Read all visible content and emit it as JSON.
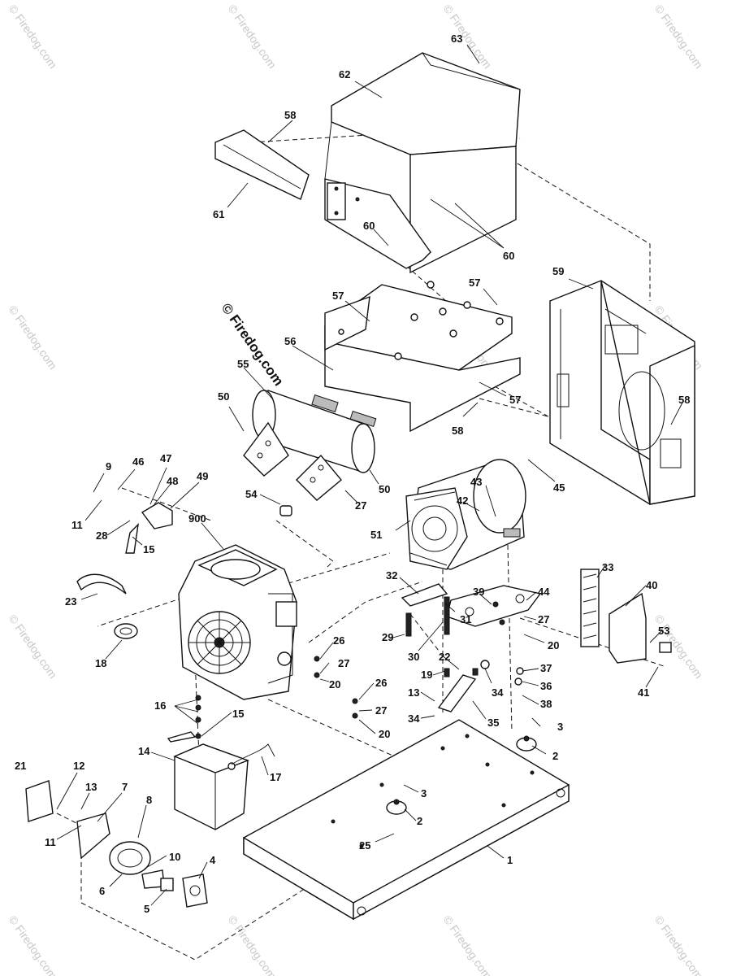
{
  "watermark": {
    "text": "© Firedog.com",
    "brand_lines": [
      "© Firedog.com"
    ]
  },
  "labels": {
    "p63": "63",
    "p62": "62",
    "p58a": "58",
    "p61": "61",
    "p60a": "60",
    "p60b": "60",
    "p57a": "57",
    "p57b": "57",
    "p57c": "57",
    "p59": "59",
    "p56": "56",
    "p55": "55",
    "p50a": "50",
    "p50b": "50",
    "p58b": "58",
    "p58c": "58",
    "p9": "9",
    "p46": "46",
    "p47": "47",
    "p48": "48",
    "p49": "49",
    "p11a": "11",
    "p28": "28",
    "p15a": "15",
    "p900": "900",
    "p54": "54",
    "p27a": "27",
    "p51": "51",
    "p42": "42",
    "p43": "43",
    "p45": "45",
    "p23": "23",
    "p18": "18",
    "p32": "32",
    "p29": "29",
    "p30": "30",
    "p31": "31",
    "p39": "39",
    "p44": "44",
    "p27b": "27",
    "p20a": "20",
    "p33": "33",
    "p40": "40",
    "p53": "53",
    "p41": "41",
    "p26a": "26",
    "p27c": "27",
    "p20b": "20",
    "p26b": "26",
    "p27d": "27",
    "p20c": "20",
    "p22": "22",
    "p19": "19",
    "p13a": "13",
    "p34a": "34",
    "p34b": "34",
    "p35": "35",
    "p37": "37",
    "p36": "36",
    "p38": "38",
    "p3a": "3",
    "p2a": "2",
    "p16": "16",
    "p15b": "15",
    "p14": "14",
    "p17": "17",
    "p21": "21",
    "p12": "12",
    "p13b": "13",
    "p7": "7",
    "p8": "8",
    "p3b": "3",
    "p2b": "2",
    "p25": "25",
    "p11b": "11",
    "p10": "10",
    "p4": "4",
    "p6": "6",
    "p5": "5",
    "p1": "1"
  }
}
